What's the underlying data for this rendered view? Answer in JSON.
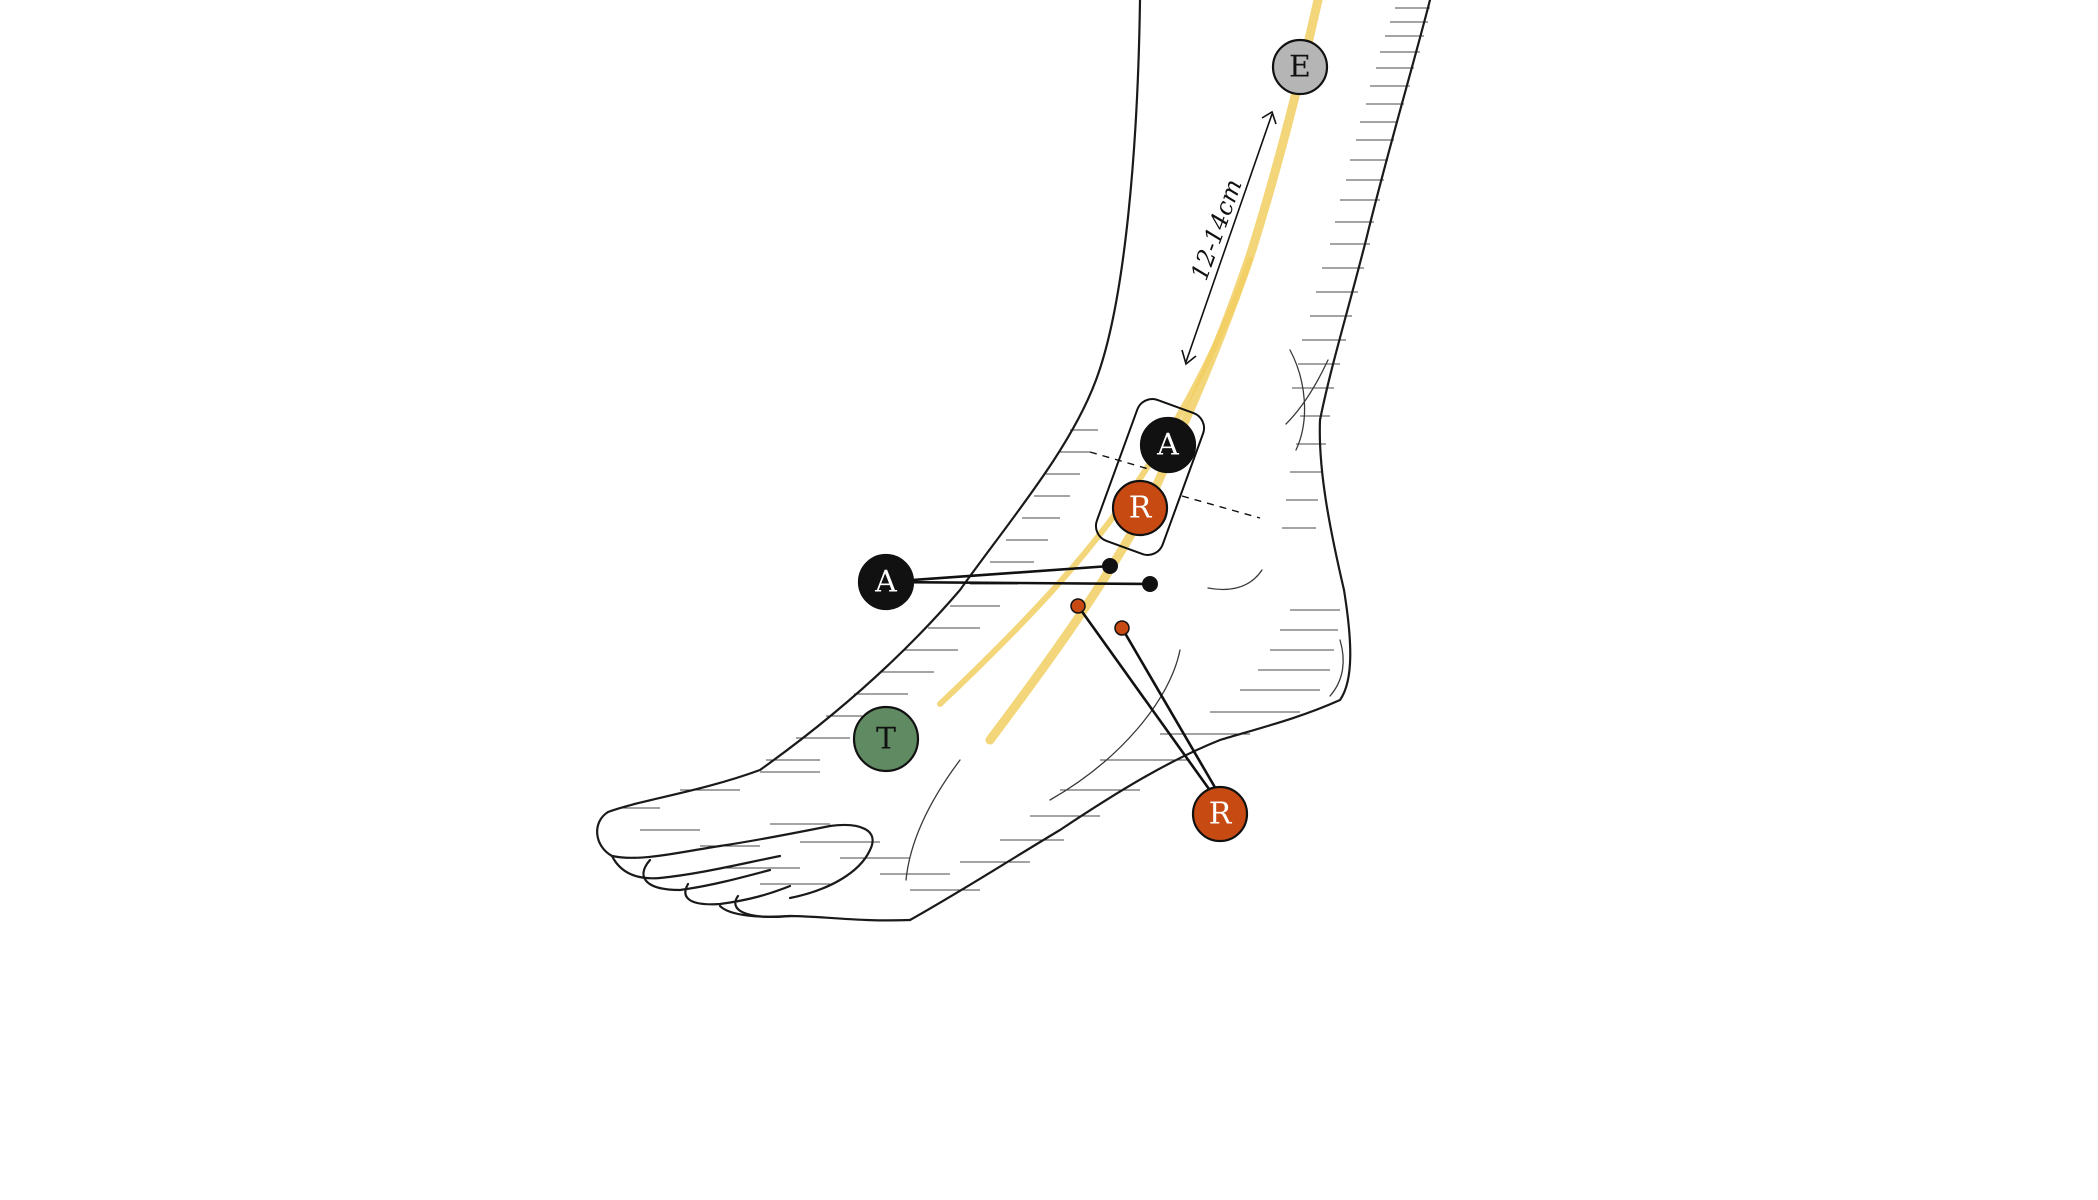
{
  "colors": {
    "nerve": "#f2cf63",
    "active": "#111111",
    "reference": "#c64a12",
    "target": "#5f8a62",
    "elsewhere": "#b5b5b5",
    "label_light": "#ffffff",
    "label_dark": "#111111"
  },
  "dimension": {
    "label": "12-14cm"
  },
  "markers": {
    "electrode_top": {
      "label": "E"
    },
    "active_box": {
      "label": "A"
    },
    "reference_box": {
      "label": "R"
    },
    "active_side": {
      "label": "A"
    },
    "target": {
      "label": "T"
    },
    "reference_side": {
      "label": "R"
    }
  }
}
